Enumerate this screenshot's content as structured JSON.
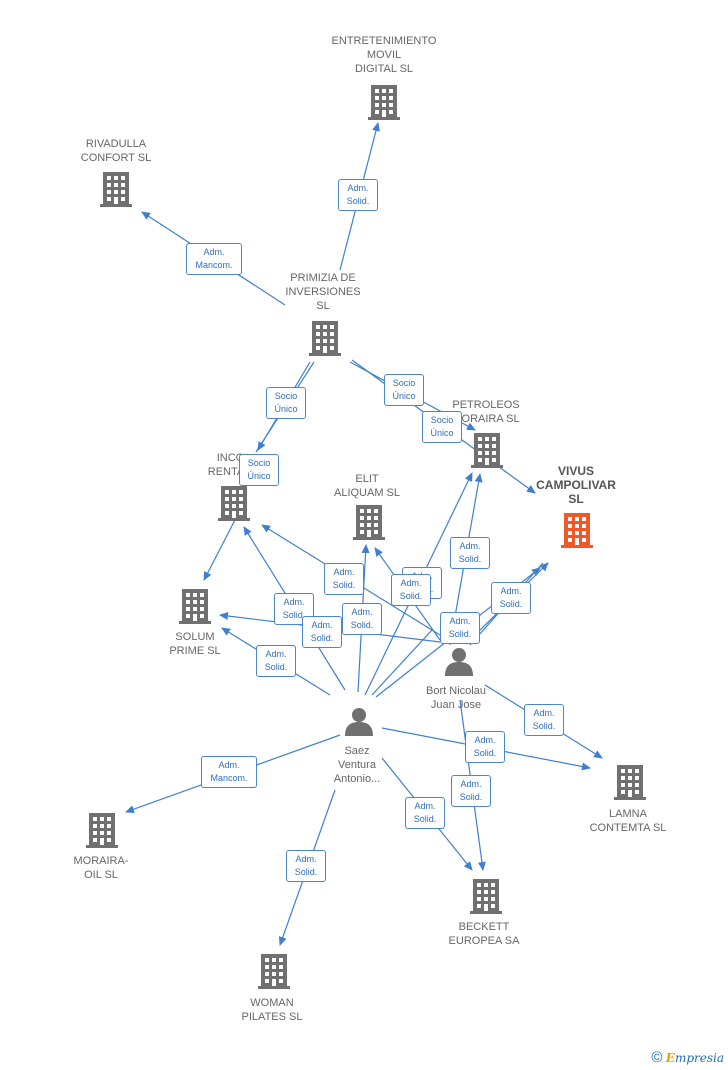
{
  "colors": {
    "edge": "#3f7fcf",
    "building": "#707070",
    "focus": "#f0582a",
    "person": "#707070"
  },
  "nodes": {
    "entretenimiento": "ENTRETENIMIENTO\nMOVIL\nDIGITAL  SL",
    "rivadulla": "RIVADULLA\nCONFORT  SL",
    "primizia": "PRIMIZIA DE\nINVERSIONES\nSL",
    "petroleos": "PETROLEOS\nMORAIRA SL",
    "vivus": "VIVUS\nCAMPOLIVAR\nSL",
    "inco": "INCO\nRENTA",
    "elit": "ELIT\nALIQUAM  SL",
    "solum": "SOLUM\nPRIME  SL",
    "bort": "Bort Nicolau\nJuan Jose",
    "saez": "Saez\nVentura\nAntonio...",
    "moraira_oil": "MORAIRA-\nOIL SL",
    "lamna": "LAMNA\nCONTEMTA  SL",
    "beckett": "BECKETT\nEUROPEA SA",
    "woman": "WOMAN\nPILATES SL"
  },
  "relations": {
    "adm_solid": "Adm.\nSolid.",
    "adm_mancom": "Adm.\nMancom.",
    "socio_unico": "Socio\nÚnico"
  },
  "footer": {
    "copyright": "©",
    "brand_initial": "E",
    "brand_rest": "mpresia"
  }
}
